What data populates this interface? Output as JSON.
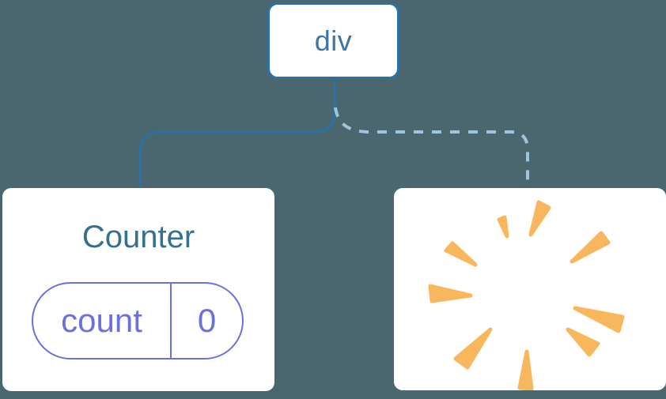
{
  "diagram": {
    "description": "React component tree diagram: div root with Counter child (kept, solid edge) and a removed child (dashed edge, poof burst)",
    "background_color": "#4A6770",
    "root_node": {
      "label": "div",
      "text_color": "#3B76A5",
      "border_color": "#2B71A8",
      "fill": "#ffffff"
    },
    "edges": {
      "kept": {
        "style": "solid",
        "from": "div",
        "to": "Counter",
        "color": "#2B71A8"
      },
      "removed": {
        "style": "dashed",
        "from": "div",
        "to": "removed-node",
        "color": "#9EC4DE"
      }
    },
    "counter_node": {
      "title": "Counter",
      "title_color": "#35708F",
      "fill": "#ffffff",
      "state_pill": {
        "key": "count",
        "value": "0",
        "accent_color": "#6B70DB"
      }
    },
    "removed_node": {
      "fill": "#ffffff",
      "icon": "poof-burst",
      "icon_color": "#F8B75D"
    }
  }
}
